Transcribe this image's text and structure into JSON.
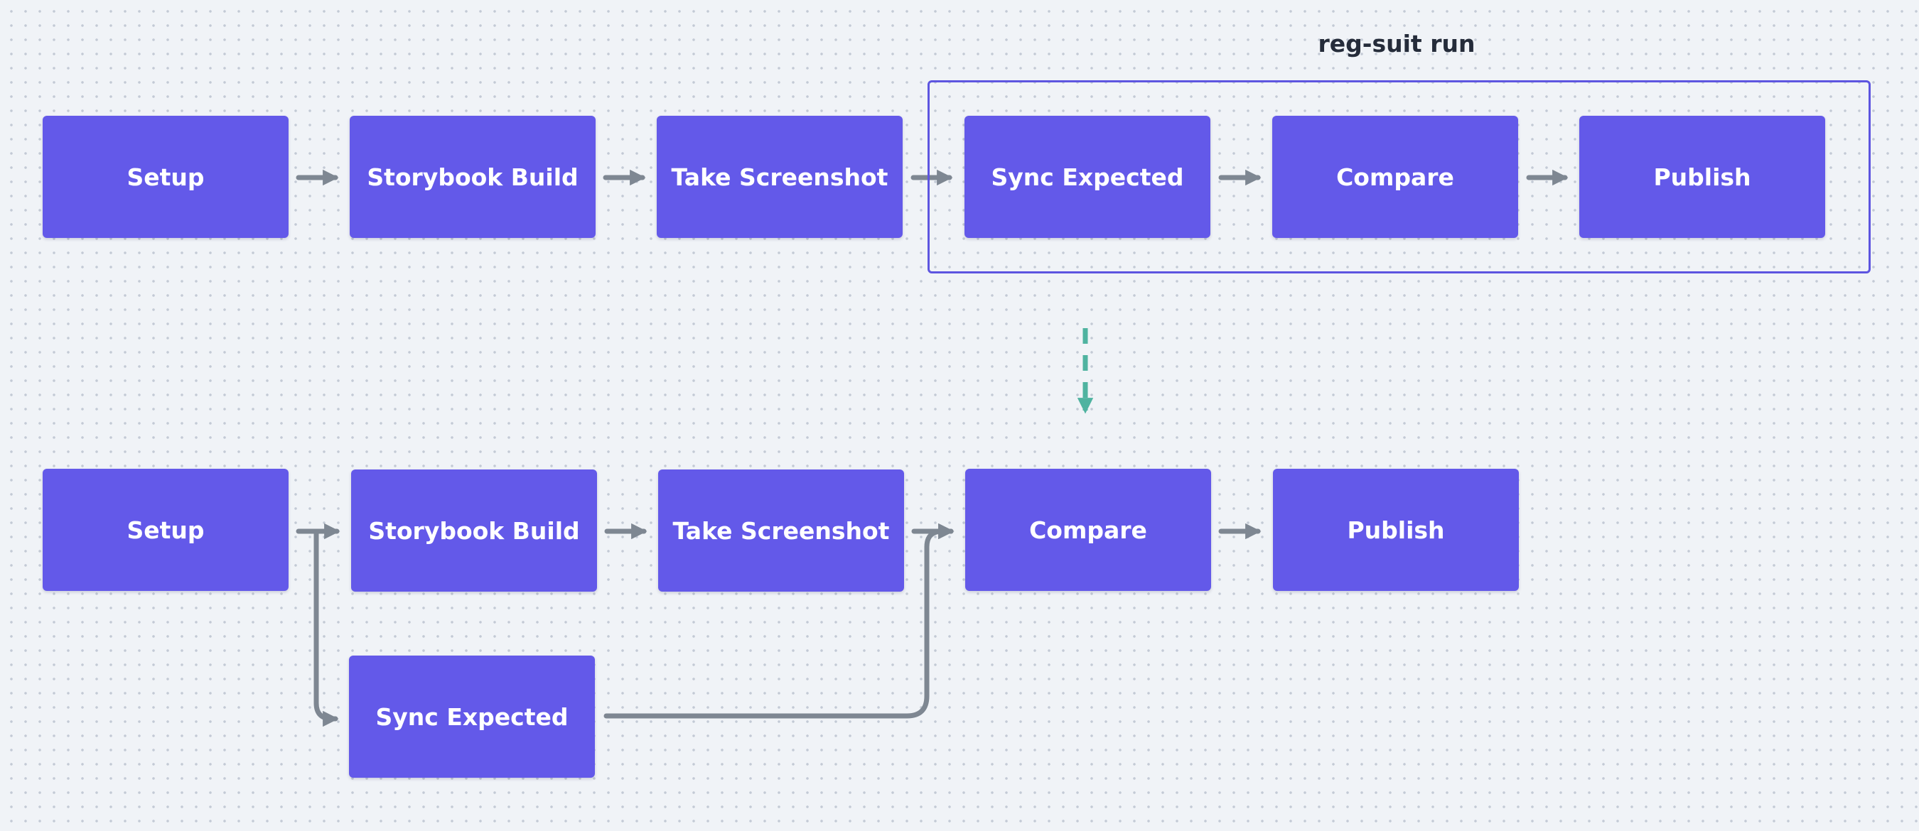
{
  "colors": {
    "background": "#f0f3f7",
    "node_fill": "#6359e9",
    "group_border": "#5d55e0",
    "connector": "#7e8792",
    "transform_arrow": "#4fb3a0"
  },
  "top_flow": {
    "group_label": "reg-suit run",
    "nodes": {
      "setup": "Setup",
      "storybook_build": "Storybook Build",
      "take_screenshot": "Take Screenshot",
      "sync_expected": "Sync Expected",
      "compare": "Compare",
      "publish": "Publish"
    }
  },
  "bottom_flow": {
    "nodes": {
      "setup": "Setup",
      "storybook_build": "Storybook Build",
      "take_screenshot": "Take Screenshot",
      "compare": "Compare",
      "publish": "Publish",
      "sync_expected": "Sync Expected"
    }
  }
}
